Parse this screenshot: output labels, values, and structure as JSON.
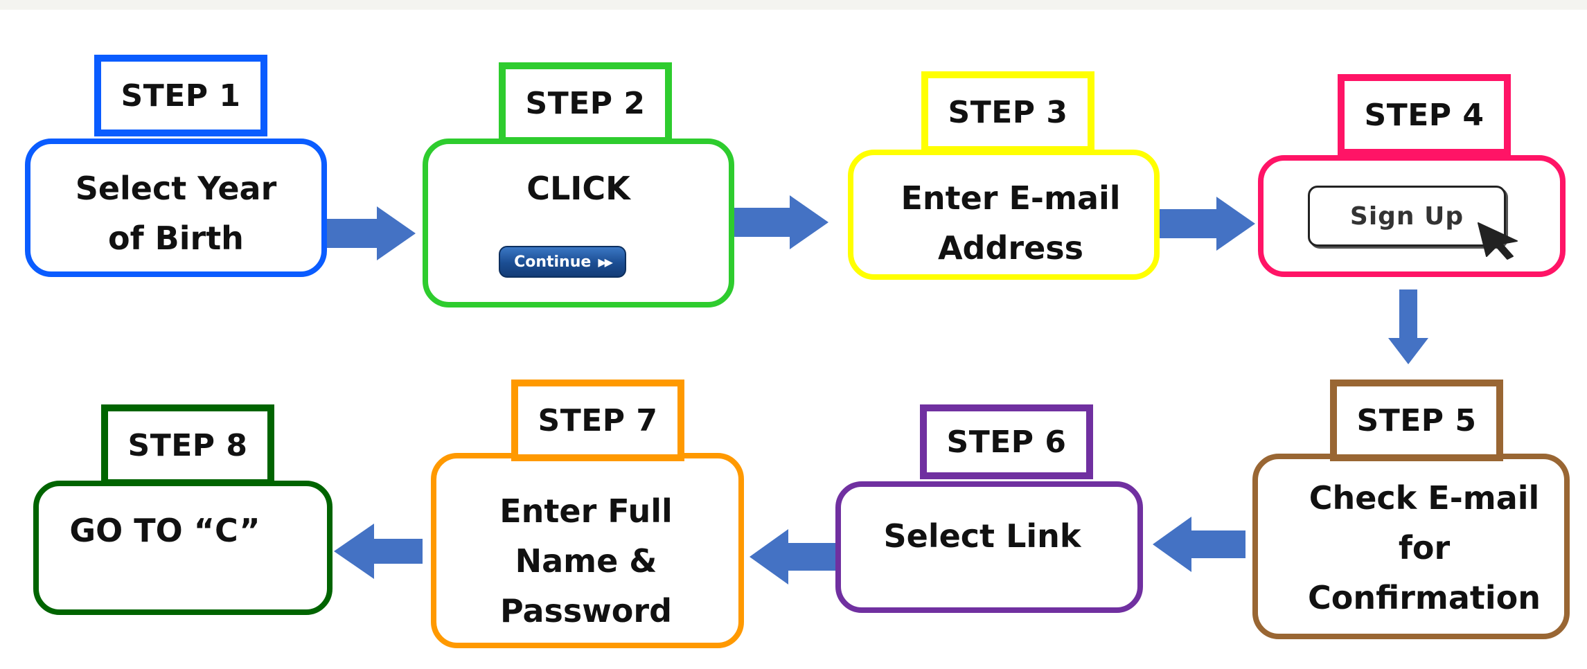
{
  "steps": [
    {
      "id": "step1",
      "label": "STEP 1",
      "lines": [
        "Select Year",
        "of Birth"
      ],
      "color": "#0a5cff"
    },
    {
      "id": "step2",
      "label": "STEP 2",
      "lines": [
        "CLICK"
      ],
      "button": "Continue",
      "color": "#2ecc2e"
    },
    {
      "id": "step3",
      "label": "STEP 3",
      "lines": [
        "Enter E-mail",
        "Address"
      ],
      "color": "#ffff00"
    },
    {
      "id": "step4",
      "label": "STEP 4",
      "button": "Sign Up",
      "color": "#ff1466"
    },
    {
      "id": "step5",
      "label": "STEP 5",
      "lines": [
        "Check E-mail",
        "for",
        "Confirmation"
      ],
      "color": "#996633"
    },
    {
      "id": "step6",
      "label": "STEP 6",
      "lines": [
        "Select Link"
      ],
      "color": "#7030a0"
    },
    {
      "id": "step7",
      "label": "STEP 7",
      "lines": [
        "Enter Full",
        "Name &",
        "Password"
      ],
      "color": "#ff9900"
    },
    {
      "id": "step8",
      "label": "STEP 8",
      "lines": [
        "GO TO “C”"
      ],
      "color": "#006400"
    }
  ],
  "arrow_color": "#4472c4",
  "icons": {
    "continue_chevrons": "double-chevron-right-icon",
    "cursor": "mouse-pointer-icon"
  }
}
